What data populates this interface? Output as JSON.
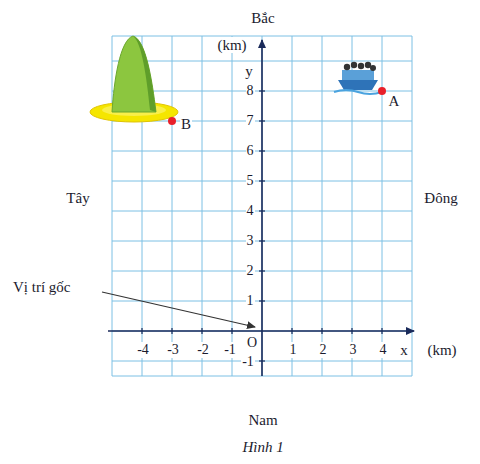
{
  "diagram": {
    "caption": "Hình 1",
    "labels": [
      "Bắc",
      "(km)",
      "y",
      "8",
      "7",
      "6",
      "5",
      "4",
      "3",
      "2",
      "1",
      "-1",
      "O",
      "-4",
      "-3",
      "-2",
      "-1",
      "1",
      "2",
      "3",
      "4",
      "x",
      "(km)",
      "Tây",
      "Đông",
      "Nam",
      "Vị trí gốc",
      "A",
      "B"
    ]
  }
}
